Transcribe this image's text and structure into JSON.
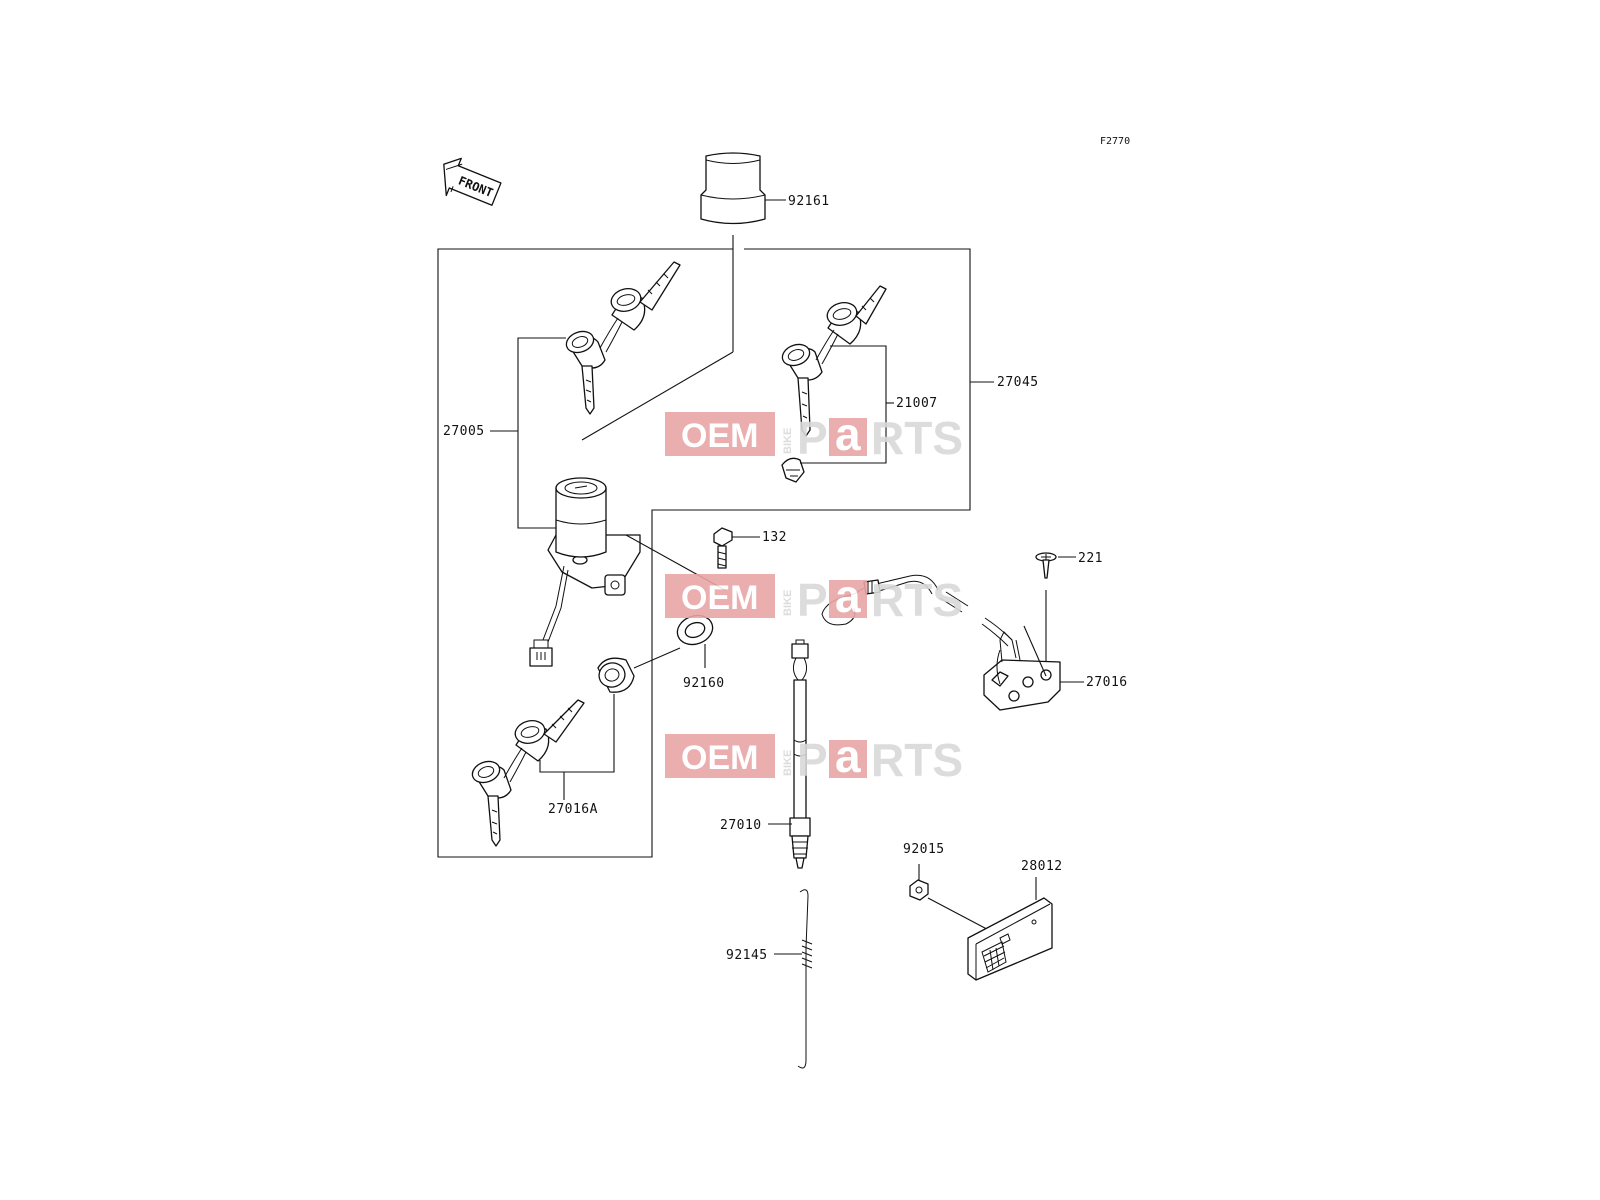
{
  "diagram": {
    "code": "F2770",
    "front_label": "FRONT",
    "parts": [
      {
        "id": "p92161",
        "number": "92161"
      },
      {
        "id": "p27045",
        "number": "27045"
      },
      {
        "id": "p27005",
        "number": "27005"
      },
      {
        "id": "p21007",
        "number": "21007"
      },
      {
        "id": "p132",
        "number": "132"
      },
      {
        "id": "p221",
        "number": "221"
      },
      {
        "id": "p27016",
        "number": "27016"
      },
      {
        "id": "p92160",
        "number": "92160"
      },
      {
        "id": "p27016A",
        "number": "27016A"
      },
      {
        "id": "p27010",
        "number": "27010"
      },
      {
        "id": "p92015",
        "number": "92015"
      },
      {
        "id": "p28012",
        "number": "28012"
      },
      {
        "id": "p92145",
        "number": "92145"
      }
    ]
  },
  "watermark": {
    "oem": "OEM",
    "bike": "BIKE",
    "parts_p": "P",
    "parts_a": "a",
    "parts_rts": "RTS",
    "colors": {
      "red": "#e8a5a5",
      "grey": "#d8d8d8"
    }
  }
}
